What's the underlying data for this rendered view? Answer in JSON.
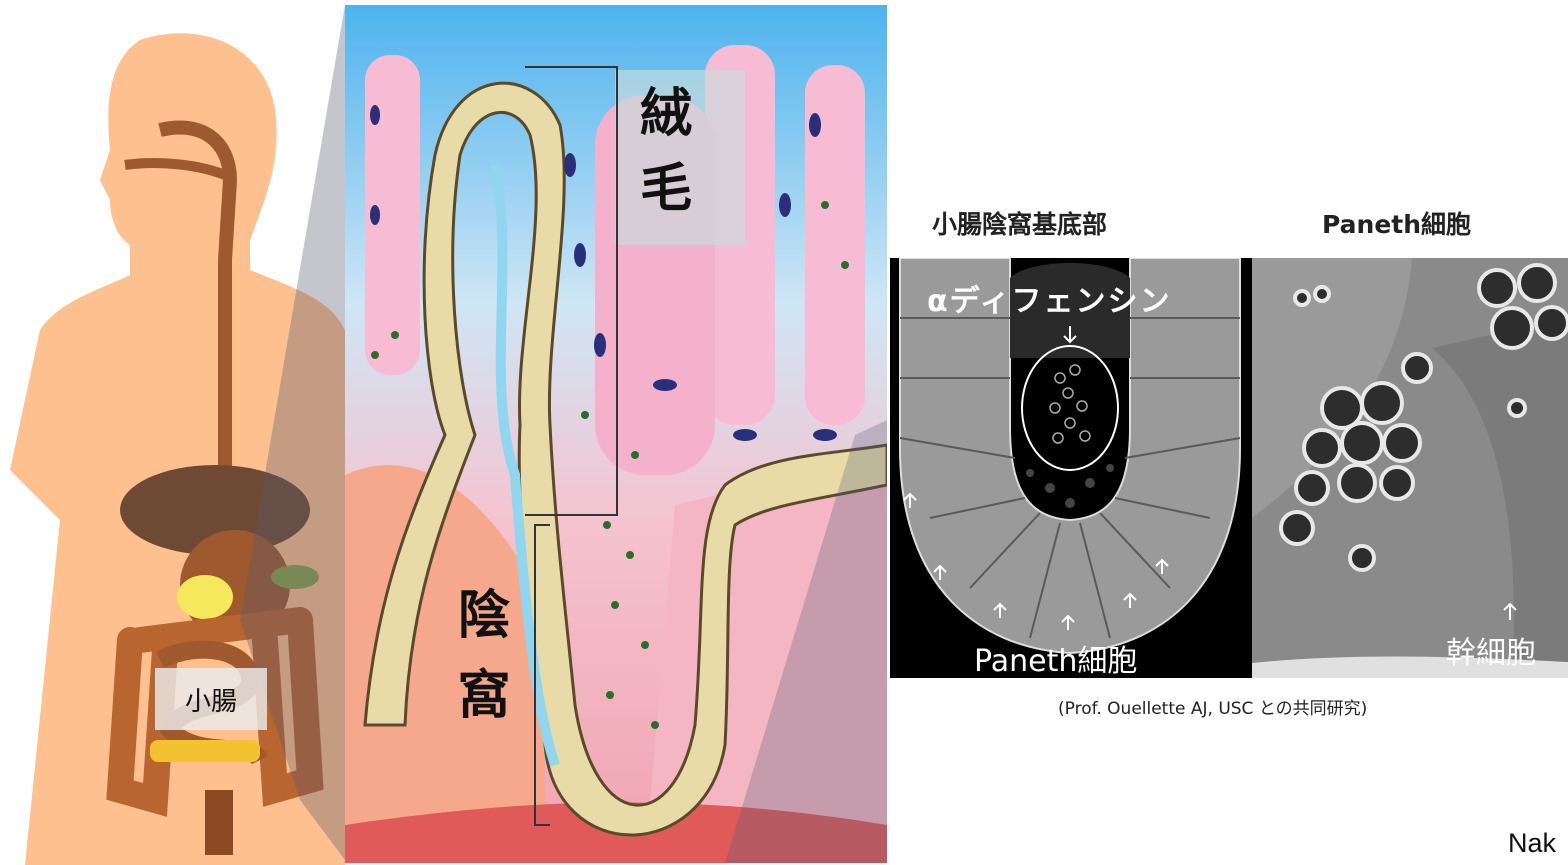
{
  "body_label": "小腸",
  "villus_label": "絨\n毛",
  "villus_label_chars": [
    "絨",
    "毛"
  ],
  "crypt_label_chars": [
    "陰",
    "窩"
  ],
  "crypt_base_title": "小腸陰窩基底部",
  "paneth_title": "Paneth細胞",
  "alpha_defensin": "αディフェンシン",
  "paneth_cell_label": "Paneth細胞",
  "stem_cell_label": "幹細胞",
  "credit": "(Prof. Ouellette AJ, USC との共同研究)",
  "author_partial": "Nak",
  "colors": {
    "skin": "#fdc08e",
    "organ_brown": "#9e5a2e",
    "villus_pink": "#f5b6d0",
    "sky_blue": "#4db3ee",
    "cell_tan": "#e9dba8"
  }
}
